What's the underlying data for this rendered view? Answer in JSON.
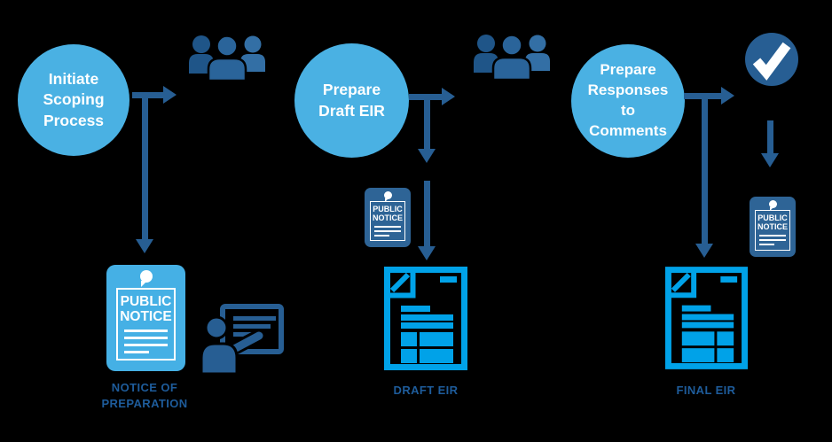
{
  "diagram": {
    "title_hint": "EIR process flow",
    "background": "#000000",
    "colors": {
      "circle_fill": "#4AB1E3",
      "arrow_dark_blue": "#275E93",
      "document_bright_blue": "#00A2E8",
      "label_text": "#1E5C9B",
      "notice_light_bg": "#45B0E5",
      "notice_dark_bg": "#2E6496",
      "text_white": "#FFFFFF"
    },
    "notice_label": {
      "line1": "PUBLIC",
      "line2": "NOTICE"
    },
    "steps": [
      {
        "circle": {
          "lines": [
            "Initiate",
            "Scoping",
            "Process"
          ]
        },
        "audience_icon": "people-group-icon",
        "notice_icon": "public-notice-light",
        "extra_icon": "presenter-at-board-icon",
        "result_label": {
          "lines": [
            "NOTICE OF",
            "PREPARATION"
          ]
        }
      },
      {
        "circle": {
          "lines": [
            "Prepare",
            "Draft EIR"
          ]
        },
        "audience_icon": "people-group-icon",
        "notice_icon": "public-notice-dark",
        "document_icon": "report-document-icon",
        "result_label": {
          "lines": [
            "DRAFT EIR"
          ]
        }
      },
      {
        "circle": {
          "lines": [
            "Prepare",
            "Responses",
            "to",
            "Comments"
          ]
        },
        "audience_icon": "checkmark-circle-icon",
        "notice_icon": "public-notice-dark",
        "document_icon": "report-document-icon",
        "result_label": {
          "lines": [
            "FINAL EIR"
          ]
        }
      }
    ]
  }
}
